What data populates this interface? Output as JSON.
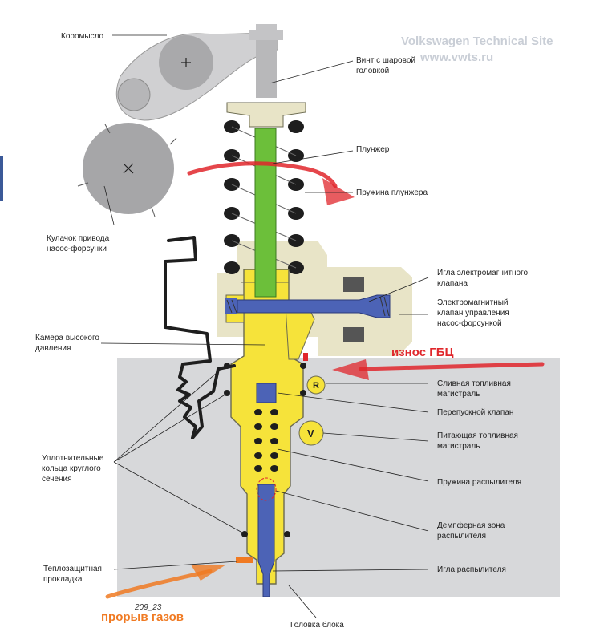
{
  "watermark": {
    "line1": "Volkswagen Technical Site",
    "line2": "www.vwts.ru"
  },
  "labels": {
    "rocker": "Коромысло",
    "screw_l1": "Винт с шаровой",
    "screw_l2": "головкой",
    "plunger": "Плунжер",
    "plunger_spring": "Пружина плунжера",
    "cam_l1": "Кулачок привода",
    "cam_l2": "насос-форсунки",
    "solenoid_needle_l1": "Игла электромагнитного",
    "solenoid_needle_l2": "клапана",
    "solenoid_valve_l1": "Электромагнитный",
    "solenoid_valve_l2": "клапан управления",
    "solenoid_valve_l3": "насос-форсункой",
    "hp_chamber_l1": "Камера высокого",
    "hp_chamber_l2": "давления",
    "return_line_l1": "Сливная топливная",
    "return_line_l2": "магистраль",
    "bypass_valve": "Перепускной клапан",
    "supply_line_l1": "Питающая топливная",
    "supply_line_l2": "магистраль",
    "orings_l1": "Уплотнительные",
    "orings_l2": "кольца круглого",
    "orings_l3": "сечения",
    "nozzle_spring": "Пружина распылителя",
    "damper_l1": "Демпферная зона",
    "damper_l2": "распылителя",
    "heat_shield_l1": "Теплозащитная",
    "heat_shield_l2": "прокладка",
    "nozzle_needle": "Игла распылителя",
    "cylinder_head": "Головка блока",
    "figure_code": "209_23",
    "marker_r": "R",
    "marker_v": "V"
  },
  "annotations": {
    "head_wear": "износ ГБЦ",
    "gas_blowby": "прорыв газов"
  },
  "colors": {
    "annotation_red": "#e0262b",
    "annotation_orange": "#f07a22",
    "plunger": "#6cbf3a",
    "fuel": "#f6e33a",
    "needle": "#4c63b6",
    "casting": "#e8e4c7",
    "head": "#d7d8da"
  }
}
